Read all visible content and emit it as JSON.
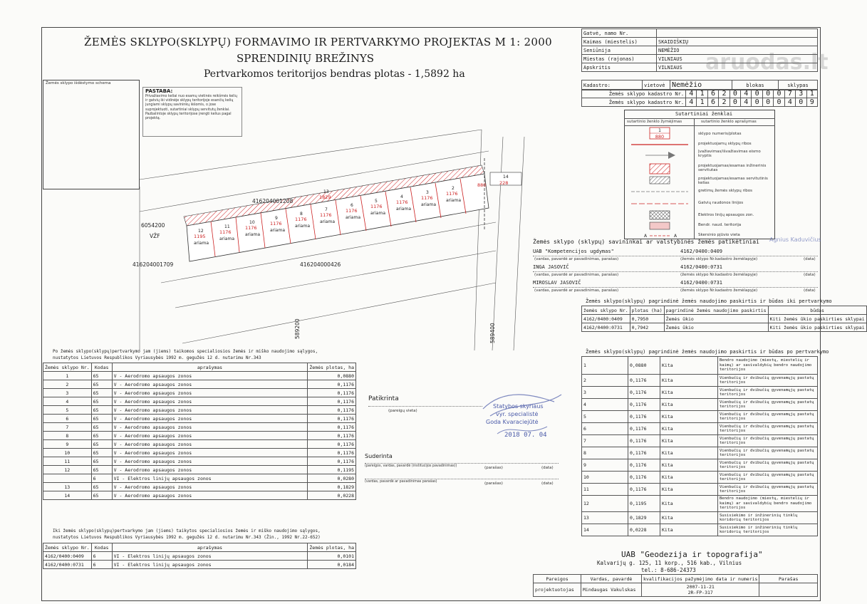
{
  "watermark": "aruodas.lt",
  "title": {
    "line1": "ŽEMĖS SKLYPO(SKLYPŲ) FORMAVIMO IR PERTVARKYMO PROJEKTAS M 1: 2000",
    "line2": "SPRENDINIŲ BREŽINYS",
    "line3": "Pertvarkomos teritorijos bendras plotas - 1,5892 ha"
  },
  "schema_label": "Žemės sklypo išdėstymo schema",
  "pastaba": {
    "heading": "PASTABA:",
    "text": "Privažiavimo keliai nuo esamų vietinės reikšmės kelių ir gatvių iki vidinėje sklypų teritorijoje esančių kelių jungiami sklypų savininkų lėšomis, o jose suprojektuoti, sutartiniai sklypų servitutų ženklai. Pazbalintoje sklypų teritorijose įrengti kelius pagal projektą."
  },
  "address": {
    "rows": [
      {
        "label": "Gatvė, namo Nr.",
        "value": ""
      },
      {
        "label": "Kaimas (miestelis)",
        "value": "SKAIDIŠKIŲ"
      },
      {
        "label": "Seniūnija",
        "value": "NEMĖŽIO"
      },
      {
        "label": "Miestas (rajonas)",
        "value": "VILNIAUS"
      },
      {
        "label": "Apskritis",
        "value": "VILNIAUS"
      }
    ]
  },
  "kadastras": {
    "label": "Kadastro:",
    "vietove_label": "vietovė",
    "vietove": "Nemėžio",
    "blokas_label": "blokas",
    "sklypas_label": "sklypas",
    "rows": [
      {
        "label": "Žemės sklypo kadastro Nr.",
        "digits": [
          "4",
          "1",
          "6",
          "2",
          "0",
          "4",
          "0",
          "0",
          "0",
          "7",
          "3",
          "1"
        ]
      },
      {
        "label": "Žemės sklypo kadastro Nr.",
        "digits": [
          "4",
          "1",
          "6",
          "2",
          "0",
          "4",
          "0",
          "0",
          "0",
          "4",
          "0",
          "9"
        ]
      }
    ]
  },
  "legend": {
    "title": "Sutartiniai ženklai",
    "col1": "sutartinio ženklo žymėjimas",
    "col2": "sutartinio ženklo aprašymas",
    "items": [
      {
        "sym_top": "1",
        "sym_bot": "880",
        "desc": "sklypo numeris/plotas"
      },
      {
        "desc": "projektuojamų sklypų ribos"
      },
      {
        "desc": "Įvažiavimas/išvažiavimas eismo kryptis"
      },
      {
        "desc": "projektuojamas/esamas inžinerinis servitutas"
      },
      {
        "desc": "projektuojamas/esamas servitutinis kelias"
      },
      {
        "desc": "gretimų žemės sklypų ribos"
      },
      {
        "desc": "Gatvių raudonos linijos"
      },
      {
        "desc": "Elektros linijų apsaugos zon."
      },
      {
        "desc": "Bendr. naud. teritorija"
      },
      {
        "sym_a1": "A",
        "sym_a2": "A",
        "desc": "Skersinio pjūvio vieta"
      }
    ]
  },
  "map": {
    "parcels": [
      {
        "num": "1",
        "area": "880",
        "land": ""
      },
      {
        "num": "2",
        "area": "1176",
        "land": "ariama"
      },
      {
        "num": "3",
        "area": "1176",
        "land": "ariama"
      },
      {
        "num": "4",
        "area": "1176",
        "land": "ariama"
      },
      {
        "num": "5",
        "area": "1176",
        "land": "ariama"
      },
      {
        "num": "6",
        "area": "1176",
        "land": "ariama"
      },
      {
        "num": "7",
        "area": "1176",
        "land": "ariama"
      },
      {
        "num": "8",
        "area": "1176",
        "land": "ariama"
      },
      {
        "num": "9",
        "area": "1176",
        "land": "ariama"
      },
      {
        "num": "10",
        "area": "1176",
        "land": "ariama"
      },
      {
        "num": "11",
        "area": "1176",
        "land": "ariama"
      },
      {
        "num": "12",
        "area": "1195",
        "land": "ariama"
      },
      {
        "num": "13",
        "area": "1829",
        "land": ""
      },
      {
        "num": "14",
        "area": "228",
        "land": ""
      }
    ],
    "label_top": "416204001208",
    "label_left": "416204001709",
    "label_bottom": "416204000426",
    "coord_left": "6054200",
    "coord_b1": "589200",
    "coord_b2": "589400",
    "vzf": "VŽF"
  },
  "owners": {
    "title": "Žemės sklypo (sklypų) savininkai ar valstybinės žemės patikėtiniai",
    "rows": [
      {
        "name": "UAB \"Kompetencijos ugdymas\"",
        "sub1": "(vardas, pavardė ar pavadinimas, parašas)",
        "kad": "4162/0400:0409",
        "sub2": "(žemės sklypo Nr.kadastro žemėlapyje)",
        "sig": "(data)"
      },
      {
        "name": "INGA JASOVIČ",
        "sub1": "(vardas, pavardė ar pavadinimas, parašas)",
        "kad": "4162/0400:0731",
        "sub2": "(žemės sklypo Nr.kadastro žemėlapyje)",
        "sig": "(data)"
      },
      {
        "name": "MIROSLAV JASOVIČ",
        "sub1": "(vardas, pavardė ar pavadinimas, parašas)",
        "kad": "4162/0400:0731",
        "sub2": "(žemės sklypo Nr.kadastro žemėlapyje)",
        "sig": "(data)"
      }
    ]
  },
  "before": {
    "title": "Žemės sklypo(sklypų) pagrindinė žemės naudojimo paskirtis ir būdas iki pertvarkymo",
    "h": [
      "žemės sklypo Nr.",
      "plotas (ha)",
      "pagrindinė žemės naudojimo paskirtis",
      "būdas"
    ],
    "rows": [
      [
        "4162/0400:0409",
        "0,7950",
        "Žemės ūkio",
        "Kiti žemės ūkio paskirties sklypai"
      ],
      [
        "4162/0400:0731",
        "0,7942",
        "Žemės ūkio",
        "Kiti žemės ūkio paskirties sklypai"
      ]
    ]
  },
  "after": {
    "title": "Žemės sklypo(sklypų) pagrindinė žemės naudojimo paskirtis ir būdas po pertvarkymo",
    "rows": [
      [
        "1",
        "0,0880",
        "Kita",
        "Bendro naudojimo (miestų, miestelių ir kaimų) ar savivaldybių bendro naudojimo teritorijos"
      ],
      [
        "2",
        "0,1176",
        "Kita",
        "Vienbučių ir dvibučių gyvenamųjų pastatų teritorijos"
      ],
      [
        "3",
        "0,1176",
        "Kita",
        "Vienbučių ir dvibučių gyvenamųjų pastatų teritorijos"
      ],
      [
        "4",
        "0,1176",
        "Kita",
        "Vienbučių ir dvibučių gyvenamųjų pastatų teritorijos"
      ],
      [
        "5",
        "0,1176",
        "Kita",
        "Vienbučių ir dvibučių gyvenamųjų pastatų teritorijos"
      ],
      [
        "6",
        "0,1176",
        "Kita",
        "Vienbučių ir dvibučių gyvenamųjų pastatų teritorijos"
      ],
      [
        "7",
        "0,1176",
        "Kita",
        "Vienbučių ir dvibučių gyvenamųjų pastatų teritorijos"
      ],
      [
        "8",
        "0,1176",
        "Kita",
        "Vienbučių ir dvibučių gyvenamųjų pastatų teritorijos"
      ],
      [
        "9",
        "0,1176",
        "Kita",
        "Vienbučių ir dvibučių gyvenamųjų pastatų teritorijos"
      ],
      [
        "10",
        "0,1176",
        "Kita",
        "Vienbučių ir dvibučių gyvenamųjų pastatų teritorijos"
      ],
      [
        "11",
        "0,1176",
        "Kita",
        "Vienbučių ir dvibučių gyvenamųjų pastatų teritorijos"
      ],
      [
        "12",
        "0,1195",
        "Kita",
        "Bendro naudojimo (miestų, miestelių ir kaimų) ar savivaldybių bendro naudojimo teritorijos"
      ],
      [
        "13",
        "0,1829",
        "Kita",
        "Susisiekimo ir inžinerinių tinklų koridorių teritorijos"
      ],
      [
        "14",
        "0,0228",
        "Kita",
        "Susisiekimo ir inžinerinių tinklų koridorių teritorijos"
      ]
    ]
  },
  "conditions_after": {
    "line1": "Po žemės sklypo(sklypų)pertvarkymo jam (jiems) taikomos specialiosios žemės ir miško naudojimo sąlygos,",
    "line2": "nustatytos Lietuvos Respublikos Vyriausybės 1992 m. gegužės 12 d. nutarimu Nr.343",
    "h": [
      "Žemės sklypo Nr.",
      "Kodas",
      "aprašymas",
      "Žemės plotas, ha"
    ],
    "rows": [
      [
        "1",
        "65",
        "V - Aerodromo apsaugos zonos",
        "0,0880"
      ],
      [
        "2",
        "65",
        "V - Aerodromo apsaugos zonos",
        "0,1176"
      ],
      [
        "3",
        "65",
        "V - Aerodromo apsaugos zonos",
        "0,1176"
      ],
      [
        "4",
        "65",
        "V - Aerodromo apsaugos zonos",
        "0,1176"
      ],
      [
        "5",
        "65",
        "V - Aerodromo apsaugos zonos",
        "0,1176"
      ],
      [
        "6",
        "65",
        "V - Aerodromo apsaugos zonos",
        "0,1176"
      ],
      [
        "7",
        "65",
        "V - Aerodromo apsaugos zonos",
        "0,1176"
      ],
      [
        "8",
        "65",
        "V - Aerodromo apsaugos zonos",
        "0,1176"
      ],
      [
        "9",
        "65",
        "V - Aerodromo apsaugos zonos",
        "0,1176"
      ],
      [
        "10",
        "65",
        "V - Aerodromo apsaugos zonos",
        "0,1176"
      ],
      [
        "11",
        "65",
        "V - Aerodromo apsaugos zonos",
        "0,1176"
      ],
      [
        "12",
        "65",
        "V - Aerodromo apsaugos zonos",
        "0,1195"
      ],
      [
        "",
        "6",
        "VI - Elektros linijų apsaugos zonos",
        "0,0280"
      ],
      [
        "13",
        "65",
        "V - Aerodromo apsaugos zonos",
        "0,1829"
      ],
      [
        "14",
        "65",
        "V - Aerodromo apsaugos zonos",
        "0,0228"
      ]
    ]
  },
  "conditions_before": {
    "line1": "Iki žemės sklypo(sklypų)pertvarkymo jam (jiems) taikytos specialiosios žemės ir miško naudojimo sąlygos,",
    "line2": "nustatytos Lietuvos Respublikos Vyriausybės 1992 m. gegužės 12 d. nutarimu Nr.343 (Žin., 1992 Nr.22-652)",
    "h": [
      "Žemės sklypo Nr.",
      "Kodas",
      "aprašymas",
      "Žemės plotas, ha"
    ],
    "rows": [
      [
        "4162/0400:0409",
        "6",
        "VI - Elektros linijų apsaugos zonos",
        "0,0101"
      ],
      [
        "4162/0400:0731",
        "6",
        "VI - Elektros linijų apsaugos zonos",
        "0,0184"
      ]
    ]
  },
  "patikrinta": {
    "label": "Patikrinta",
    "sub": "(pareigų vieta)",
    "stamp1": "Statybos skyriaus",
    "stamp2": "vyr. specialistė",
    "stamp3": "Goda Kvaraciejūtė",
    "date": "2018 07. 04"
  },
  "suderinta": {
    "label": "Suderinta",
    "sub1": "(pareigos, vardas, pavardė (institucijos pavadinimas))",
    "sub2": "(parašas)",
    "sub3": "(data)",
    "sub4": "(vardas, pavardė ar pavadinimas parašas)"
  },
  "company": {
    "name": "UAB \"Geodezija ir topografija\"",
    "addr": "Kalvarijų g. 125, 11 korp., 516 kab., Vilnius",
    "tel": "tel.: 8-686-24373",
    "h": [
      "Pareigos",
      "Vardas, pavardė",
      "kvalifikacijos pažymėjimo data ir numeris",
      "Parašas"
    ],
    "role": "projektuotojas",
    "person": "Mindaugas Vakulskas",
    "cert1": "2007-11-21",
    "cert2": "2R-FP-317"
  },
  "stamp_sign": {
    "name": "Agnius Kaduvičius"
  }
}
